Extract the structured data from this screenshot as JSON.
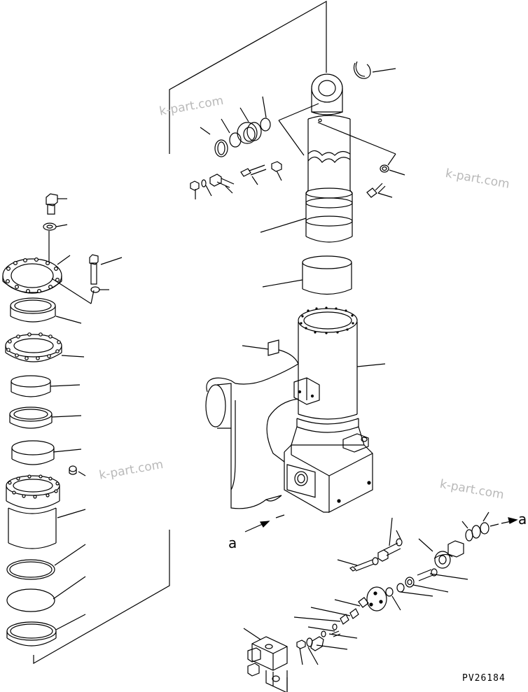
{
  "diagram": {
    "drawing_code": "PV26184",
    "view_labels": {
      "view_a_left": "a",
      "view_a_right": "a"
    },
    "watermarks": [
      "k-part.com",
      "k-part.com",
      "k-part.com",
      "k-part.com"
    ]
  }
}
